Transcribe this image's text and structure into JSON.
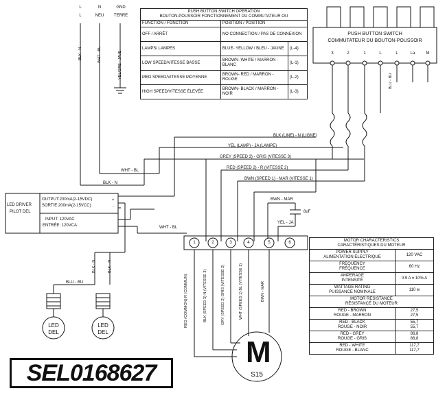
{
  "supply": {
    "l": "L",
    "l_sub": "L",
    "n": "N",
    "n_sub": "NEU",
    "gnd": "GND",
    "gnd_sub": "TERRE"
  },
  "supply_wire_labels": {
    "blk_n": "BLK - N",
    "wht_bl": "WHT - BL",
    "yel_grn": "YEL/GRE - JAVE"
  },
  "operation_table": {
    "title1": "PUSH BUTTON SWITCH OPERATION",
    "title2": "BOUTON-POUSSOIR FONCTIONNEMENT DU COMMUTATEUR OU",
    "col1": "FUNCTION / FONCTION",
    "col2": "POSITION / POSITION",
    "rows": [
      {
        "function": "OFF / ARRÊT",
        "position": "NO CONNECTION / PAS DE CONNEXION",
        "code": ""
      },
      {
        "function": "LAMPS/ LAMPES",
        "position": "BLUE- YELLOW / BLEU - JAUNE",
        "code": "(L-4)"
      },
      {
        "function": "LOW SPEED/VITESSE BASSE",
        "position": "BROWN- WHITE / MARRON - BLANC",
        "code": "(L-1)"
      },
      {
        "function": "MED SPEED/VITESSE MOYENNE",
        "position": "BROWN- RED / MARRON - ROUGE",
        "code": "(L-2)"
      },
      {
        "function": "HIGH SPEED/VITESSE ÉLEVÉE",
        "position": "BROWN- BLACK / MARRON - NOIR",
        "code": "(L-3)"
      }
    ]
  },
  "switch": {
    "title1": "PUSH BUTTON SWITCH",
    "title2": "COMMUTATEUR DU BOUTON-POUSSOIR",
    "terminals": [
      "3",
      "2",
      "1",
      "L",
      "L",
      "La",
      "M"
    ],
    "side_label": "BLU - BU"
  },
  "harness_labels": {
    "blk_line": "BLK (LINE) - N (LIGNE)",
    "yel_lamp": "YEL (LAMP) - JA (LAMPE)",
    "grey_speed3": "GREY (SPEED 3) - GRIS (VITESSE 3)",
    "red_speed2": "RED (SPEED 2) - R (VITESSE 2)",
    "brn_speed1": "BWN (SPEED 1) - MAR (VITESSE 1)",
    "wht_bl": "WHT - BL",
    "blk_n": "BLK - N",
    "wht_bl_2": "WHT - BL"
  },
  "capacitor": {
    "brn_mar": "BWN - MAR",
    "value": "8uF",
    "yel_ja": "YEL - JA"
  },
  "led_driver": {
    "label1": "LED DRIVER",
    "label2": "PILOT DEL",
    "output1": "OUTPUT:200mA(2-15VDC)",
    "output2": "SORTIE:200mA(2-15VCC)",
    "input1": "INPUT: 120VAC",
    "input2": "ENTRÉE: 120VCA",
    "plus": "+",
    "minus": "-"
  },
  "terminal_block": {
    "numbers": [
      "1",
      "2",
      "3",
      "4",
      "5",
      "6"
    ]
  },
  "motor_wires": [
    "RED (COMMON) R (COMMUN)",
    "BLK (SPEED 3) N (VITESSE 3)",
    "GRY (SPEED 2) GRIS (VITESSE 2)",
    "WHT (SPEED 1) BL (VITESSE 1)",
    "BWN - MAR"
  ],
  "motor": {
    "letter": "M",
    "model": "S15"
  },
  "leds": {
    "wire_label": "BLU - BU",
    "blk_n_1": "BLK - N",
    "blk_n_2": "BLK - N",
    "led1a": "LED",
    "led1b": "DEL",
    "led2a": "LED",
    "led2b": "DEL"
  },
  "motor_characteristics": {
    "title1": "MOTOR CHARACTERISTICS",
    "title2": "CARACTÉRISTIQUES DU MOTEUR",
    "rows": [
      {
        "label1": "POWER SUPPLY",
        "label2": "ALIMENTATION ÉLECTRIQUE",
        "value": "120 VAC"
      },
      {
        "label1": "FREQUENCY",
        "label2": "FRÉQUENCE",
        "value": "60 Hz"
      },
      {
        "label1": "AMPERAGE",
        "label2": "INTENSITÉ",
        "value": "0.9 A ± 10% A"
      },
      {
        "label1": "WATTAGE RATING",
        "label2": "PUISSANCE NOMINALE",
        "value": "110 w"
      }
    ],
    "resistance_title1": "MOTOR RESISTANCE",
    "resistance_title2": "RÉSISTANCE DU MOTEUR",
    "resistance_rows": [
      {
        "label1": "RED - BROWN",
        "label2": "ROUGE - MARRON",
        "value1": "27,5",
        "value2": "27,5"
      },
      {
        "label1": "RED - BLACK",
        "label2": "ROUGE - NOIR",
        "value1": "55,7",
        "value2": "55,7"
      },
      {
        "label1": "RED - GREY",
        "label2": "ROUGE - GRIS",
        "value1": "86,8",
        "value2": "86,8"
      },
      {
        "label1": "RED - WHITE",
        "label2": "ROUGE - BLANC",
        "value1": "117,7",
        "value2": "117,7"
      }
    ]
  },
  "part_number": "SEL0168627"
}
